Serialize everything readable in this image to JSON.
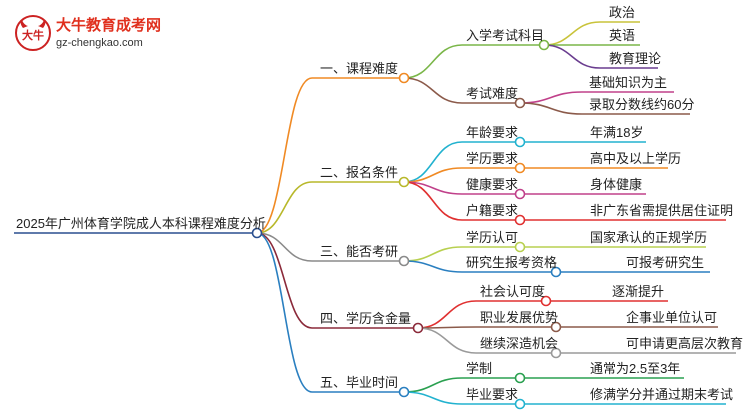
{
  "brand": {
    "logo_text": "大牛",
    "title": "大牛教育成考网",
    "url": "gz-chengkao.com"
  },
  "mindmap": {
    "root": "2025年广州体育学院成人本科课程难度分析",
    "branches": [
      {
        "label": "一、课程难度",
        "color": "#f08a24",
        "children": [
          {
            "label": "入学考试科目",
            "color": "#7ab648",
            "leaves": [
              "政治",
              "英语",
              "教育理论"
            ],
            "leaf_colors": [
              "#c9c33a",
              "#7ab648",
              "#6a3d8f"
            ]
          },
          {
            "label": "考试难度",
            "color": "#8b5a4a",
            "leaves": [
              "基础知识为主",
              "录取分数线约60分"
            ],
            "leaf_colors": [
              "#c0408a",
              "#8b5a4a"
            ]
          }
        ]
      },
      {
        "label": "二、报名条件",
        "color": "#b8b82a",
        "children": [
          {
            "label": "年龄要求",
            "color": "#22b2cf",
            "leaves": [
              "年满18岁"
            ]
          },
          {
            "label": "学历要求",
            "color": "#f08a24",
            "leaves": [
              "高中及以上学历"
            ]
          },
          {
            "label": "健康要求",
            "color": "#c0408a",
            "leaves": [
              "身体健康"
            ]
          },
          {
            "label": "户籍要求",
            "color": "#e03030",
            "leaves": [
              "非广东省需提供居住证明"
            ]
          }
        ]
      },
      {
        "label": "三、能否考研",
        "color": "#8a8a8a",
        "children": [
          {
            "label": "学历认可",
            "color": "#b8d050",
            "leaves": [
              "国家承认的正规学历"
            ]
          },
          {
            "label": "研究生报考资格",
            "color": "#2a7fc0",
            "leaves": [
              "可报考研究生"
            ]
          }
        ]
      },
      {
        "label": "四、学历含金量",
        "color": "#8b2a3a",
        "children": [
          {
            "label": "社会认可度",
            "color": "#e03030",
            "leaves": [
              "逐渐提升"
            ]
          },
          {
            "label": "职业发展优势",
            "color": "#8b5a4a",
            "leaves": [
              "企事业单位认可"
            ]
          },
          {
            "label": "继续深造机会",
            "color": "#9a9a9a",
            "leaves": [
              "可申请更高层次教育"
            ]
          }
        ]
      },
      {
        "label": "五、毕业时间",
        "color": "#2a7fc0",
        "children": [
          {
            "label": "学制",
            "color": "#2aa050",
            "leaves": [
              "通常为2.5至3年"
            ]
          },
          {
            "label": "毕业要求",
            "color": "#22b2cf",
            "leaves": [
              "修满学分并通过期末考试"
            ]
          }
        ]
      }
    ]
  }
}
